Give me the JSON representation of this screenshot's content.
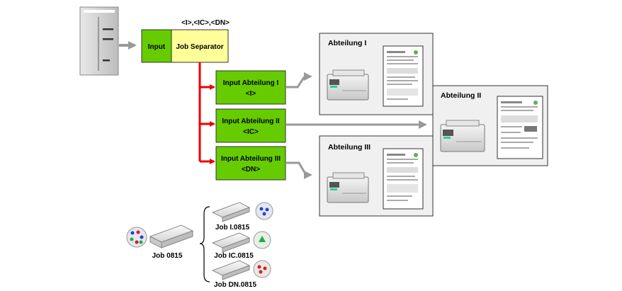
{
  "header_tags": "<I>,<IC>,<DN>",
  "input_box": "Input",
  "separator_box": "Job Separator",
  "branches": [
    {
      "label": "Input Abteilung I",
      "tag": "<I>"
    },
    {
      "label": "Input Abteilung II",
      "tag": "<IC>"
    },
    {
      "label": "Input Abteilung III",
      "tag": "<DN>"
    }
  ],
  "departments": [
    {
      "title": "Abteilung I"
    },
    {
      "title": "Abteilung II"
    },
    {
      "title": "Abteilung III"
    }
  ],
  "job_source": "Job 0815",
  "job_outputs": [
    "Job I.0815",
    "Job IC.0815",
    "Job DN.0815"
  ],
  "colors": {
    "input_green": "#66cc00",
    "separator_yellow": "#ffff99",
    "red_route": "#ee0000",
    "dept_panel": "#f0f0f0",
    "arrow_gray": "#999999"
  },
  "icons": [
    "server-icon",
    "printer-icon",
    "document-icon",
    "job-stack-icon",
    "color-dots-icon"
  ]
}
